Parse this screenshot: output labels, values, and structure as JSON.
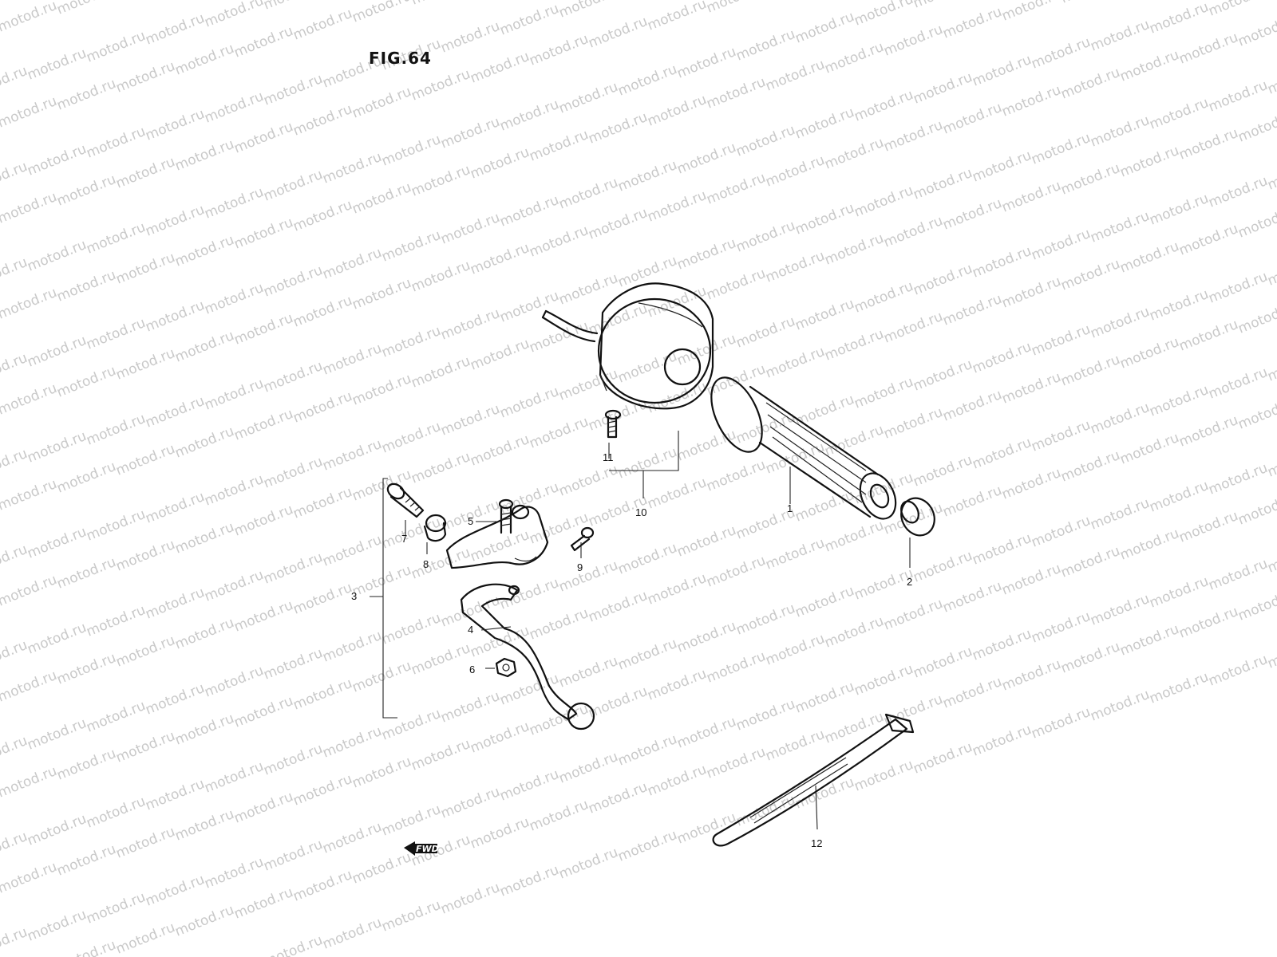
{
  "figure_title": "FIG.64",
  "watermark_text": "motod.ru",
  "forward_marker": "FWD",
  "callouts": [
    {
      "id": "lbl-1",
      "text": "1"
    },
    {
      "id": "lbl-2",
      "text": "2"
    },
    {
      "id": "lbl-3",
      "text": "3"
    },
    {
      "id": "lbl-4",
      "text": "4"
    },
    {
      "id": "lbl-5",
      "text": "5"
    },
    {
      "id": "lbl-6",
      "text": "6"
    },
    {
      "id": "lbl-7",
      "text": "7"
    },
    {
      "id": "lbl-8",
      "text": "8"
    },
    {
      "id": "lbl-9",
      "text": "9"
    },
    {
      "id": "lbl-10",
      "text": "10"
    },
    {
      "id": "lbl-11",
      "text": "11"
    },
    {
      "id": "lbl-12",
      "text": "12"
    }
  ],
  "colors": {
    "ink": "#111111",
    "watermark": "#c9c9c9",
    "paper": "#ffffff"
  }
}
